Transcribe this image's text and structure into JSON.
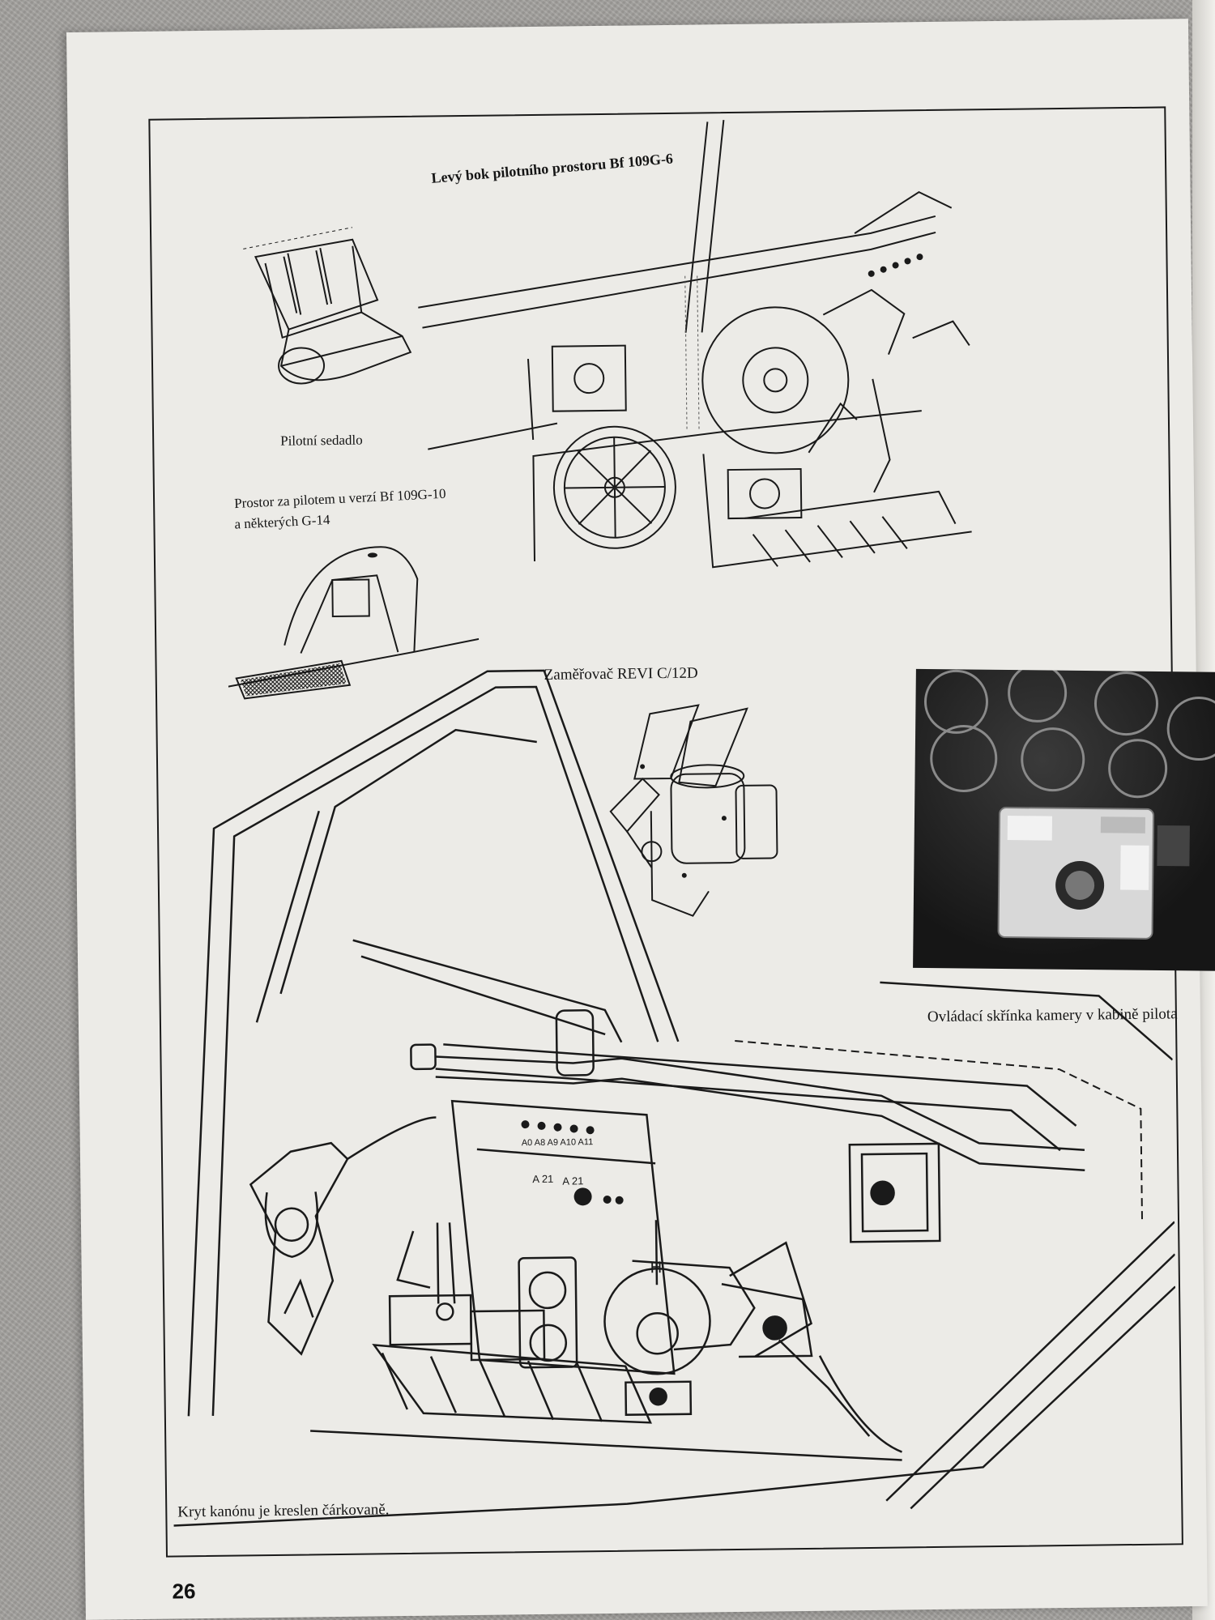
{
  "captions": {
    "main_title": "Levý bok pilotního prostoru Bf 109G-6",
    "seat": "Pilotní sedadlo",
    "space_behind_line1": "Prostor za pilotem u verzí Bf 109G-10",
    "space_behind_line2": "a některých G-14",
    "gunsight": "Zaměřovač REVI C/12D",
    "camera_box": "Ovládací skřínka kamery v kabině pilota",
    "cannon_cover": "Kryt kanónu je kreslen čárkovaně."
  },
  "panel_labels": {
    "a21_left": "A 21",
    "a21_right": "A 21",
    "row_labels": "A0  A8  A9  A10  A11",
    "handle_mark": "H"
  },
  "page_number": "26"
}
